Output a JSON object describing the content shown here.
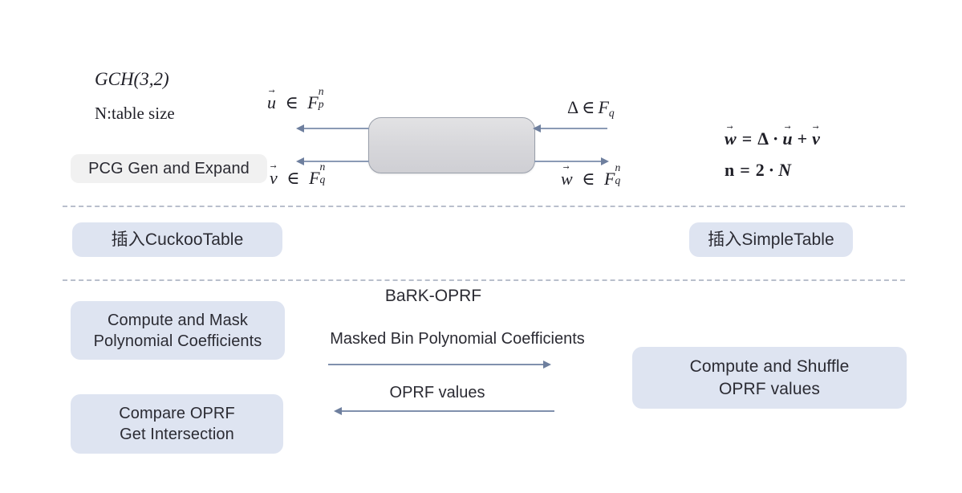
{
  "slide": {
    "background_color": "#ffffff",
    "accent_box_color": "#dee4f1",
    "arrow_color": "#8b9ab5",
    "divider_color": "#b9bfcc"
  },
  "header": {
    "scheme_label": "GCH(3,2)",
    "table_size_label": "N:table size"
  },
  "phase1": {
    "left_box_label": "PCG Gen and Expand",
    "center_box_label": "",
    "labels": {
      "u_label_base": "u",
      "u_label_field": "F",
      "u_label_sub": "p",
      "u_label_sup": "n",
      "v_label_base": "v",
      "v_label_field": "F",
      "v_label_sub": "q",
      "v_label_sup": "n",
      "delta_label_base": "Δ",
      "delta_label_field": "F",
      "delta_label_sub": "q",
      "w_label_base": "w",
      "w_label_field": "F",
      "w_label_sub": "q",
      "w_label_sup": "n",
      "member_symbol": "∈"
    },
    "equations": {
      "relation": "w⃗ = Δ · u⃗ + v⃗",
      "dimension": "n = 2 · N",
      "relation_parts": {
        "lhs": "w",
        "eq": "=",
        "delta": "Δ",
        "dot": "·",
        "u": "u",
        "plus": "+",
        "v": "v"
      },
      "dimension_parts": {
        "n": "n",
        "eq": "=",
        "two": "2",
        "dot": "·",
        "N": "N"
      }
    }
  },
  "phase2": {
    "left_box_label": "插入CuckooTable",
    "right_box_label": "插入SimpleTable"
  },
  "phase3": {
    "protocol_title": "BaRK-OPRF",
    "left_box_top_label": "Compute and Mask\nPolynomial Coefficients",
    "left_box_top_line1": "Compute and Mask",
    "left_box_top_line2": "Polynomial Coefficients",
    "left_box_bottom_line1": "Compare OPRF",
    "left_box_bottom_line2": "Get Intersection",
    "right_box_line1": "Compute and Shuffle",
    "right_box_line2": "OPRF values",
    "message_forward": "Masked Bin Polynomial Coefficients",
    "message_backward": "OPRF values"
  }
}
